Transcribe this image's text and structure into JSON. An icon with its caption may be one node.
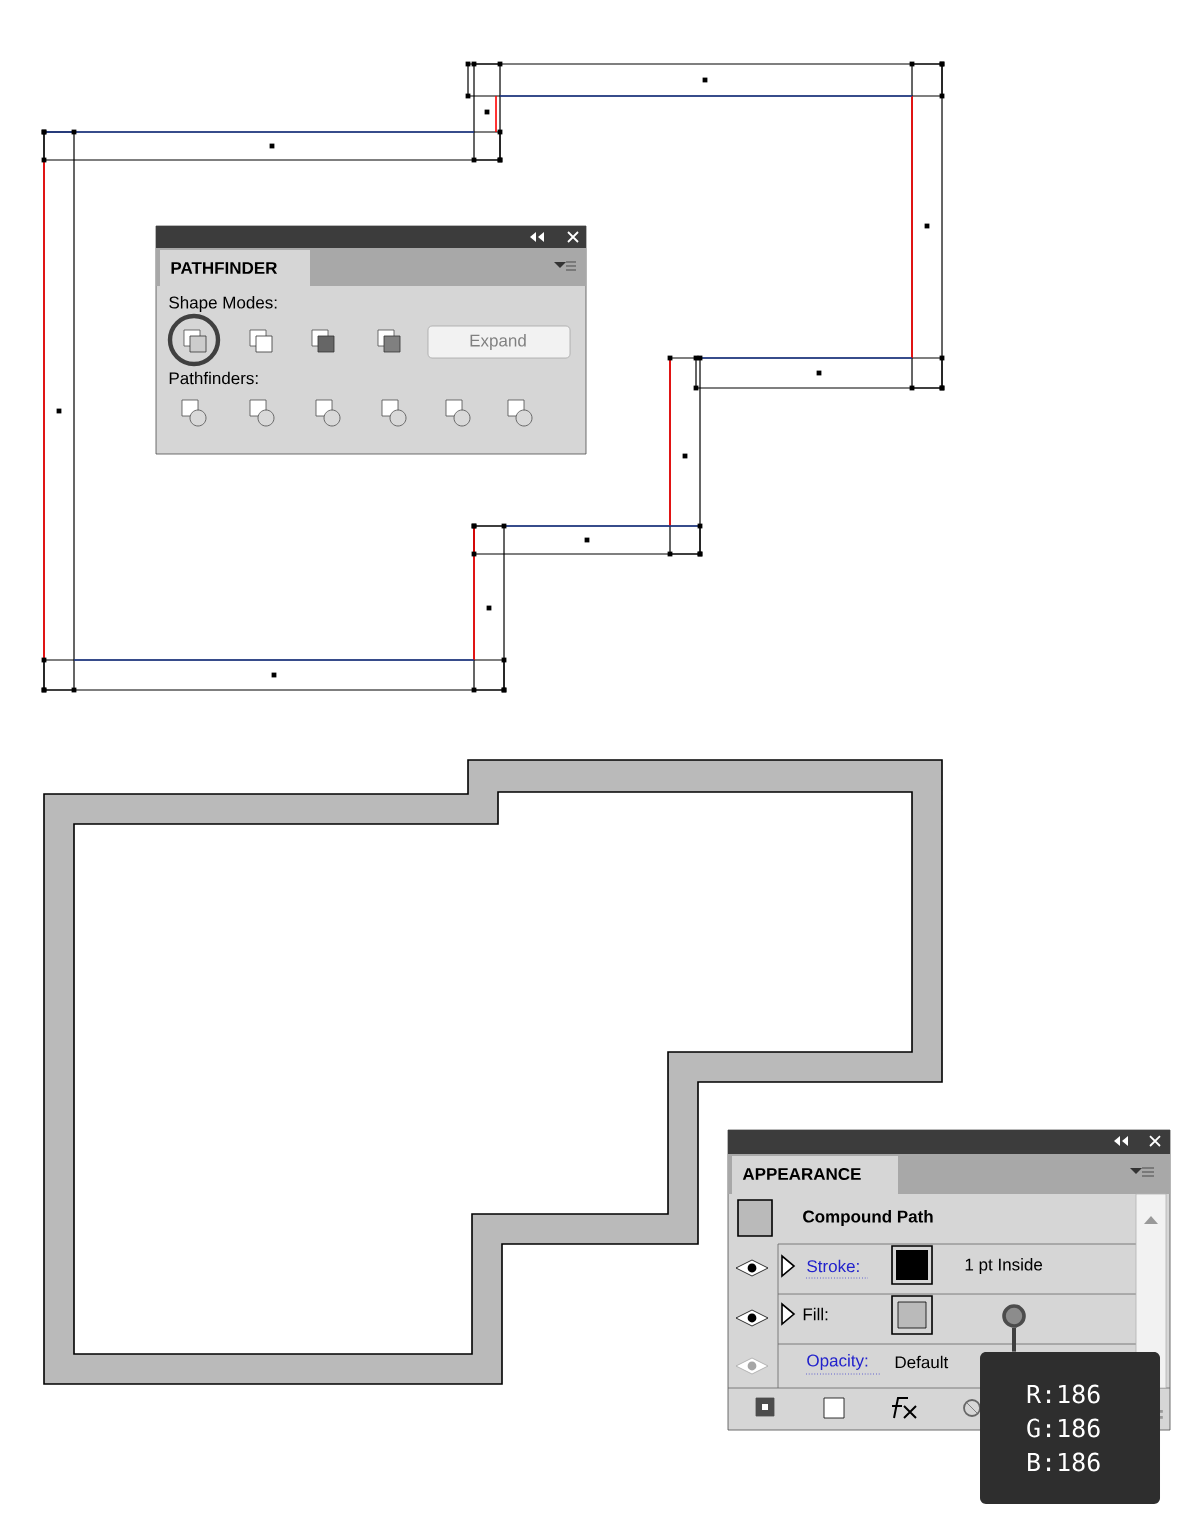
{
  "diagram": {
    "nodes": [
      {
        "text": [],
        "shape": "circle"
      },
      {
        "text": [
          "R:186 G:186 B:186"
        ]
      }
    ],
    "edges": [
      {
        "from": 1,
        "to": 0,
        "arrow": "none"
      }
    ],
    "labels": [
      "PATHFINDER",
      "Shape Modes:",
      "Expand",
      "Pathfinders:",
      "APPEARANCE",
      "Compound Path",
      "Stroke:",
      "1 pt Inside",
      "Fill:",
      "Opacity:",
      "Default"
    ]
  }
}
